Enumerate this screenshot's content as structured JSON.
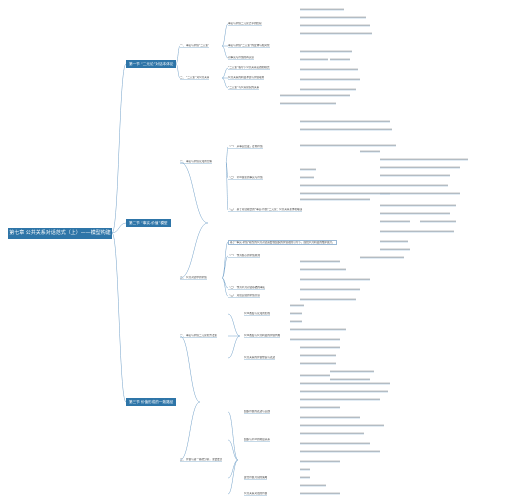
{
  "root": {
    "title": "第七章 公共关系对话范式（上）——模型构建"
  },
  "sections": [
    {
      "title": "第一节 “二元论”对话本体论",
      "groups": [
        {
          "text": "一、 事实与价值“二元论”",
          "children": [
            "事实与价值二元论之争的历程",
            "事实与价值“二元论”的变体与相对化",
            "对事实与价值的再认识"
          ]
        },
        {
          "text": "二、 “二元论”对公共关系",
          "children": [
            "“二元论”指导下公共关系实践的模式",
            "公共关系的利益冲突与价值取向",
            "“二元论”与公关研究的关系"
          ]
        }
      ]
    },
    {
      "title": "第二节 “事实-价值”模型",
      "groups": [
        {
          "text": "一、 事实与价值认知的分解",
          "children": [
            "（一） 从事实出发，走向价值",
            "（二） 公众舆论的事实与价值",
            "（三） 基于对话模式的“事实-价值”二元论：公共关系主体的职责"
          ]
        },
        {
          "text": "二、 公共对话中的价值",
          "note": "基于“事实-价值”模型的公共对话需要在组织的价值观的引导下，围绕公共利益的维护展开。",
          "children": [
            "（一） 作为核心的价值原则",
            "（二） 作为公共对话基础的事实",
            "（三） 对话实现的价值共识"
          ]
        }
      ]
    },
    {
      "title": "第三节 价值形成的一致路径",
      "groups": [
        {
          "text": "一、 事实与价值二元论的方法论",
          "children": [
            "公众态度与认知的形成",
            "公众态度与公共利益的价值判断",
            "公共关系的价值塑造与表达"
          ]
        },
        {
          "text": "二、 价值与第一路径分析，主要要点",
          "children": [
            "组织价值的表达与实践",
            "组织与公众的利益关系",
            "建立价值共识的策略",
            "公共关系对话的价值"
          ]
        }
      ]
    }
  ]
}
